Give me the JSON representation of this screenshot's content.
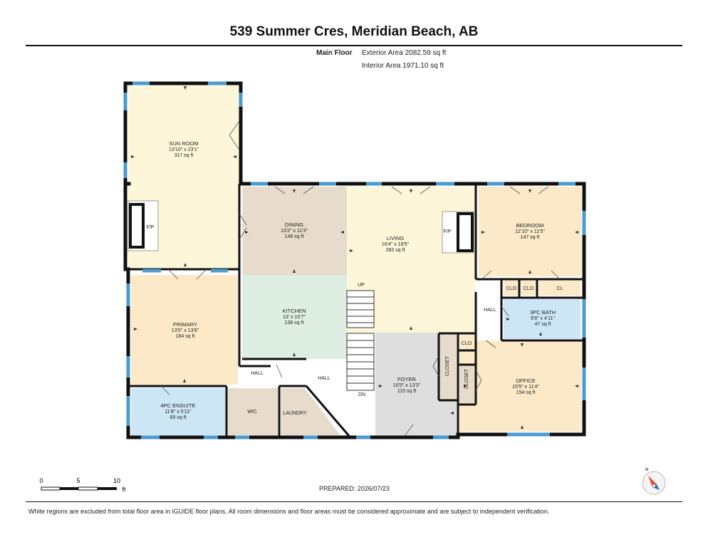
{
  "header": {
    "address": "539 Summer Cres, Meridian Beach, AB",
    "floor": "Main Floor",
    "exterior_area": "Exterior Area 2082.59 sq ft",
    "interior_area": "Interior Area 1971.10 sq ft"
  },
  "rooms": {
    "sun_room": {
      "name": "SUN ROOM",
      "dims": "13'10\" x 23'1\"",
      "area": "317 sq ft"
    },
    "dining": {
      "name": "DINING",
      "dims": "13'2\" x 11'3\"",
      "area": "148 sq ft"
    },
    "living": {
      "name": "LIVING",
      "dims": "16'4\" x 18'5\"",
      "area": "282 sq ft"
    },
    "bedroom": {
      "name": "BEDROOM",
      "dims": "12'10\" x 11'5\"",
      "area": "147 sq ft"
    },
    "kitchen": {
      "name": "KITCHEN",
      "dims": "13' x 10'7\"",
      "area": "138 sq ft"
    },
    "primary": {
      "name": "PRIMARY",
      "dims": "13'5\" x 13'8\"",
      "area": "184 sq ft"
    },
    "bath3": {
      "name": "3PC BATH",
      "dims": "9'6\" x 4'11\"",
      "area": "47 sq ft"
    },
    "foyer": {
      "name": "FOYER",
      "dims": "10'5\" x 13'3\"",
      "area": "115 sq ft"
    },
    "office": {
      "name": "OFFICE",
      "dims": "15'5\" x 11'4\"",
      "area": "154 sq ft"
    },
    "ensuite": {
      "name": "4PC ENSUITE",
      "dims": "11'8\" x 5'11\"",
      "area": "69 sq ft"
    }
  },
  "labels": {
    "fp": "F/P",
    "clo": "CLO",
    "cl": "CL",
    "hall": "HALL",
    "up": "UP",
    "dn": "DN",
    "wic": "WIC",
    "laundry": "LAUNDRY",
    "closet": "CLOSET"
  },
  "footer": {
    "prepared": "PREPARED: 2026/07/23",
    "scale_0": "0",
    "scale_5": "5",
    "scale_10": "10",
    "scale_unit": "ft",
    "north": "N",
    "disclaimer": "White regions are excluded from total floor area in iGUIDE floor plans. All room dimensions and floor areas must be considered approximate and are subject to independent verification."
  },
  "colors": {
    "sun_room": "#fdf6d8",
    "dining": "#e7dccb",
    "living": "#fdf6d8",
    "bedroom": "#fbe9c8",
    "kitchen": "#dfeee2",
    "primary": "#fbe9c8",
    "bath": "#cde6f6",
    "foyer": "#dedede",
    "office": "#fbe9c8",
    "wic": "#e7dccb",
    "laundry": "#e7dccb",
    "closet": "#e7dccb",
    "wall": "#111111",
    "window": "#4a9bd0"
  }
}
